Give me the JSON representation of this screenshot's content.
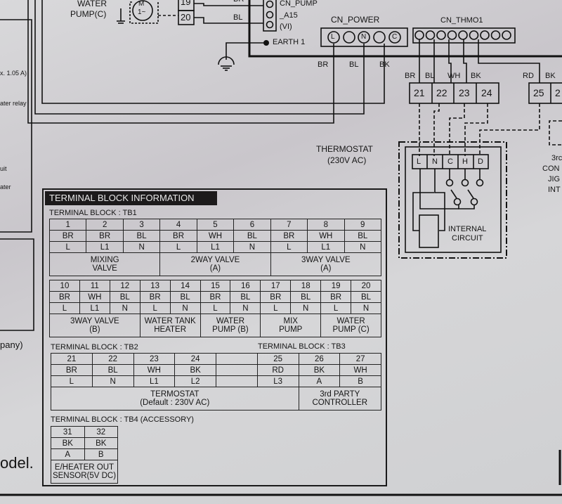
{
  "left_fragments": [
    "x. 1.05 A)",
    "ater relay",
    "uit",
    "ater",
    "pany)",
    "odel."
  ],
  "top": {
    "water_pump_label": [
      "WATER",
      "PUMP(C)"
    ],
    "motor": [
      "M",
      "1~"
    ],
    "terminals": [
      "19",
      "20"
    ],
    "wire_bl": "BL",
    "wire_br": "BR",
    "cn_pump": [
      "CN_PUMP",
      "_A15",
      "(VI)"
    ],
    "earth": "EARTH 1",
    "cn_power": {
      "label": "CN_POWER",
      "pins": [
        "L",
        "",
        "N",
        "",
        "C"
      ],
      "wires": [
        "BR",
        "BL",
        "BK"
      ]
    },
    "cn_thmo1": {
      "label": "CN_THMO1",
      "pin_count": 9
    },
    "tb2_wires": [
      "BR",
      "BL",
      "WH",
      "BK"
    ],
    "tb2_terms": [
      "21",
      "22",
      "23",
      "24"
    ],
    "tb3_wires": [
      "RD",
      "BK"
    ],
    "tb3_terms": [
      "25",
      "2"
    ],
    "thermostat": {
      "label": [
        "THERMOSTAT",
        "(230V AC)"
      ],
      "pins": [
        "L",
        "N",
        "C",
        "H",
        "D"
      ],
      "internal": [
        "INTERNAL",
        "CIRCUIT"
      ]
    },
    "third_party": [
      "3rc",
      "CON",
      "JIG",
      "INT"
    ]
  },
  "info": {
    "title": "TERMINAL BLOCK INFORMATION",
    "tb1": {
      "label": "TERMINAL BLOCK : TB1",
      "row1": {
        "nums": [
          "1",
          "2",
          "3",
          "4",
          "5",
          "6",
          "7",
          "8",
          "9"
        ],
        "colors": [
          "BR",
          "BR",
          "BL",
          "BR",
          "WH",
          "BL",
          "BR",
          "WH",
          "BL"
        ],
        "signals": [
          "L",
          "L1",
          "N",
          "L",
          "L1",
          "N",
          "L",
          "L1",
          "N"
        ],
        "groups": [
          [
            "MIXING",
            "VALVE"
          ],
          [
            "2WAY VALVE",
            "(A)"
          ],
          [
            "3WAY VALVE",
            "(A)"
          ]
        ]
      },
      "row2": {
        "nums": [
          "10",
          "11",
          "12",
          "13",
          "14",
          "15",
          "16",
          "17",
          "18",
          "19",
          "20"
        ],
        "colors": [
          "BR",
          "WH",
          "BL",
          "BR",
          "BL",
          "BR",
          "BL",
          "BR",
          "BL",
          "BR",
          "BL"
        ],
        "signals": [
          "L",
          "L1",
          "N",
          "L",
          "N",
          "L",
          "N",
          "L",
          "N",
          "L",
          "N"
        ],
        "groups": [
          [
            "3WAY VALVE",
            "(B)"
          ],
          [
            "WATER TANK",
            "HEATER"
          ],
          [
            "WATER",
            "PUMP (B)"
          ],
          [
            "MIX",
            "PUMP"
          ],
          [
            "WATER",
            "PUMP (C)"
          ]
        ]
      }
    },
    "tb2": {
      "label": "TERMINAL BLOCK : TB2",
      "nums": [
        "21",
        "22",
        "23",
        "24"
      ],
      "colors": [
        "BR",
        "BL",
        "WH",
        "BK"
      ],
      "signals": [
        "L",
        "N",
        "L1",
        "L2"
      ],
      "group": [
        "TERMOSTAT",
        "(Default : 230V AC)"
      ]
    },
    "tb3": {
      "label": "TERMINAL BLOCK : TB3",
      "nums": [
        "25",
        "26",
        "27"
      ],
      "colors": [
        "RD",
        "BK",
        "WH"
      ],
      "signals": [
        "L3",
        "A",
        "B"
      ],
      "group": [
        "3rd PARTY",
        "CONTROLLER"
      ]
    },
    "tb4": {
      "label": "TERMINAL BLOCK : TB4 (ACCESSORY)",
      "nums": [
        "31",
        "32"
      ],
      "colors": [
        "BK",
        "BK"
      ],
      "signals": [
        "A",
        "B"
      ],
      "group": [
        "E/HEATER OUT",
        "SENSOR(5V DC)"
      ]
    }
  }
}
